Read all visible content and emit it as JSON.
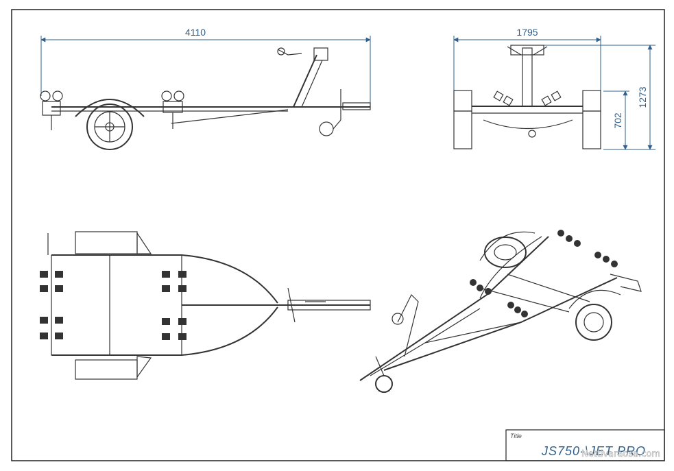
{
  "drawing": {
    "dimensions": {
      "length": "4110",
      "width": "1795",
      "overall_height": "1273",
      "frame_height": "702"
    },
    "title_block": {
      "label": "Title",
      "title": "JS750-\\JET PRO"
    },
    "watermark": "Nettivaraosa.com"
  }
}
